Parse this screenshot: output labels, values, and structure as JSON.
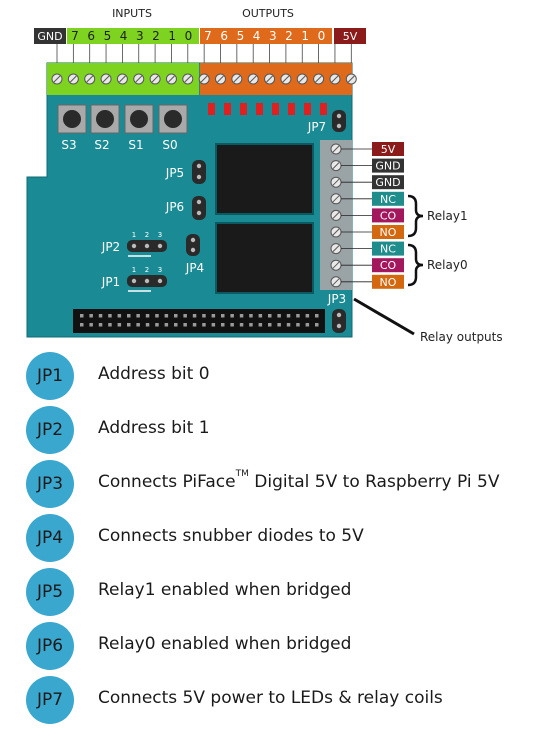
{
  "header": {
    "inputs_label": "INPUTS",
    "outputs_label": "OUTPUTS",
    "gnd_label": "GND",
    "fivev_label": "5V",
    "input_pins": [
      "7",
      "6",
      "5",
      "4",
      "3",
      "2",
      "1",
      "0"
    ],
    "output_pins": [
      "7",
      "6",
      "5",
      "4",
      "3",
      "2",
      "1",
      "0"
    ]
  },
  "board": {
    "switches": [
      "S3",
      "S2",
      "S1",
      "S0"
    ],
    "jumpers": {
      "jp7": "JP7",
      "jp5": "JP5",
      "jp6": "JP6",
      "jp2": "JP2",
      "jp1": "JP1",
      "jp4": "JP4",
      "jp3": "JP3"
    },
    "pin_numbers": [
      "1",
      "2",
      "3"
    ]
  },
  "relay_terminals": [
    {
      "label": "5V",
      "color": "#8b1a1a"
    },
    {
      "label": "GND",
      "color": "#333333"
    },
    {
      "label": "GND",
      "color": "#333333"
    },
    {
      "label": "NC",
      "color": "#1f8d8c"
    },
    {
      "label": "CO",
      "color": "#a3175d"
    },
    {
      "label": "NO",
      "color": "#d4680f"
    },
    {
      "label": "NC",
      "color": "#1f8d8c"
    },
    {
      "label": "CO",
      "color": "#a3175d"
    },
    {
      "label": "NO",
      "color": "#d4680f"
    }
  ],
  "relay_groups": {
    "relay1": "Relay1",
    "relay0": "Relay0"
  },
  "relay_outputs_label": "Relay outputs",
  "colors": {
    "board": "#1a8b94",
    "inputs": "#7ed321",
    "outputs": "#e06a1b",
    "badge": "#3aa7cf",
    "led": "#e02020"
  },
  "legend": [
    {
      "badge": "JP1",
      "text": "Address bit 0"
    },
    {
      "badge": "JP2",
      "text": "Address bit 1"
    },
    {
      "badge": "JP3",
      "text_before": "Connects PiFace",
      "tm": "TM",
      "text_after": " Digital 5V to Raspberry Pi 5V"
    },
    {
      "badge": "JP4",
      "text": "Connects snubber diodes to 5V"
    },
    {
      "badge": "JP5",
      "text": "Relay1 enabled when bridged"
    },
    {
      "badge": "JP6",
      "text": "Relay0 enabled when bridged"
    },
    {
      "badge": "JP7",
      "text": "Connects 5V power to LEDs & relay coils"
    }
  ]
}
